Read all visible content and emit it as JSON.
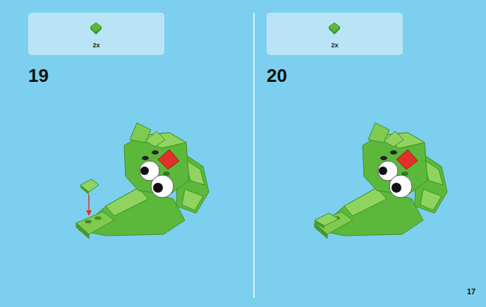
{
  "diagram": {
    "nodes": [
      {
        "text": [
          "2x"
        ]
      },
      {
        "text": [
          "2x"
        ]
      }
    ],
    "labels": [
      "19",
      "20",
      "17"
    ]
  }
}
